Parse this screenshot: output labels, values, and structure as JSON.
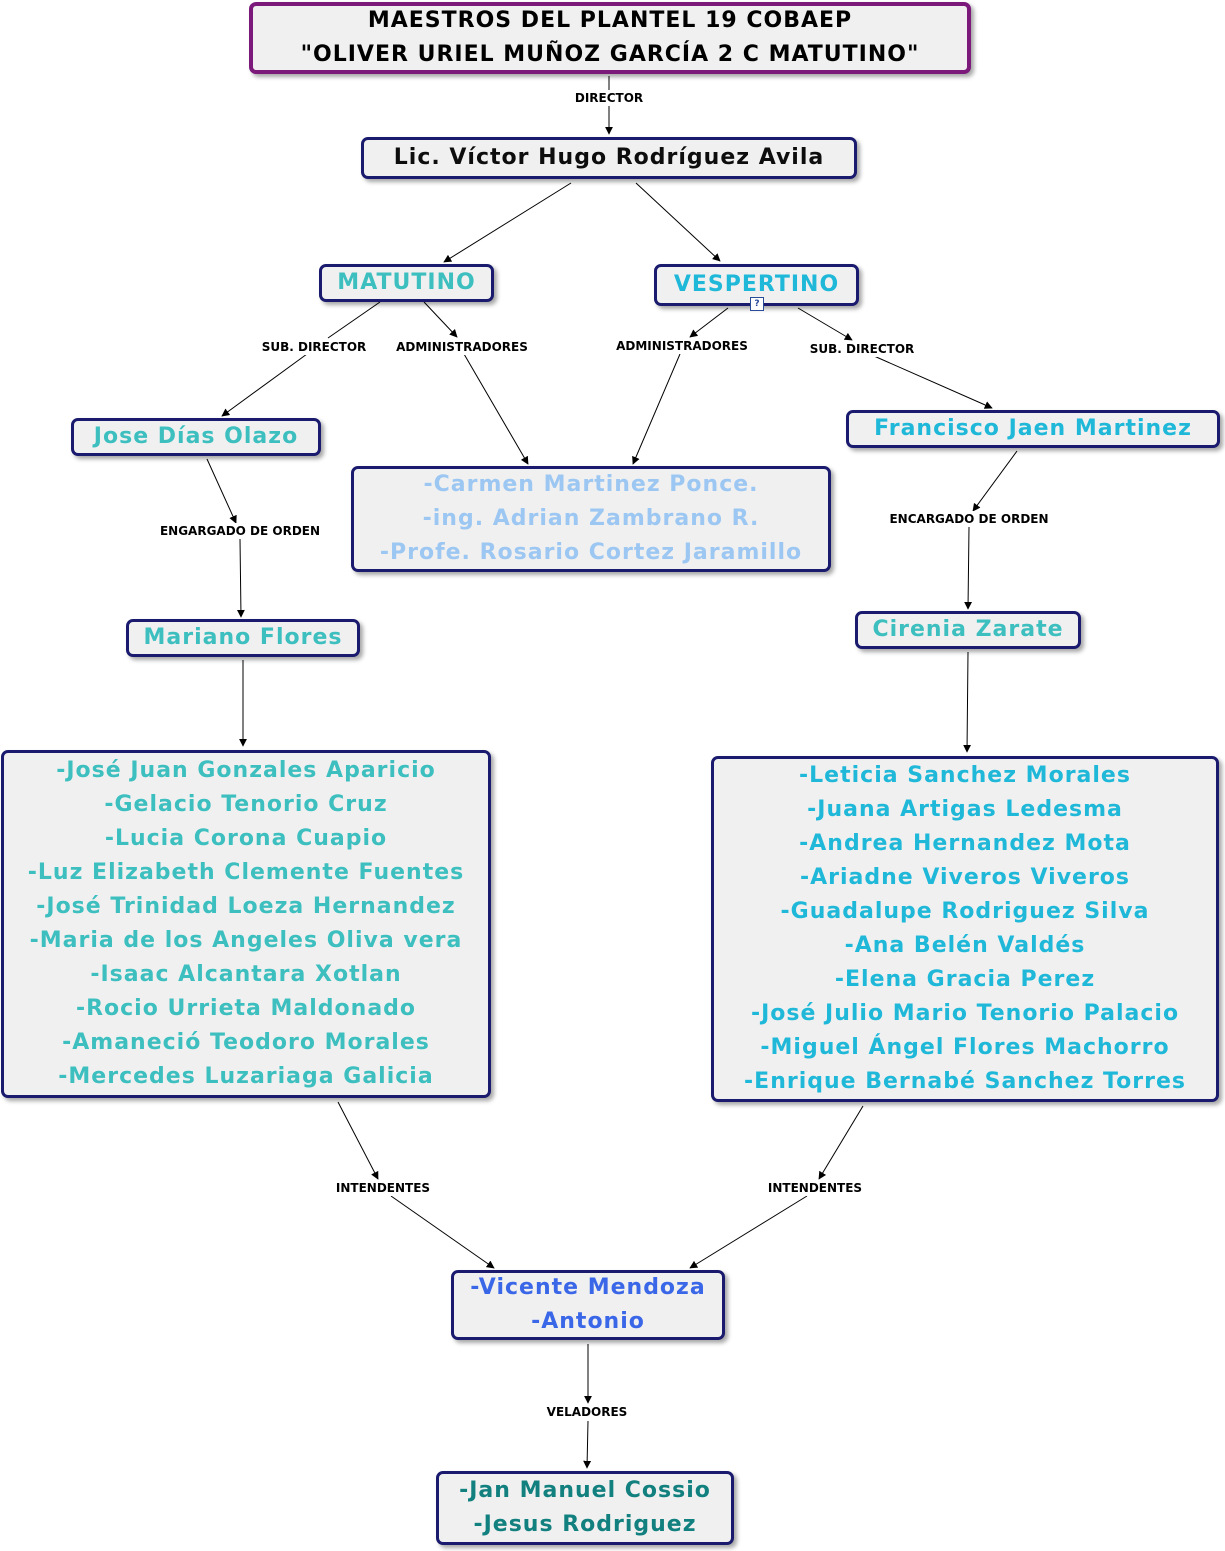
{
  "nodes": {
    "root": {
      "lines": [
        "MAESTROS DEL PLANTEL 19 COBAEP",
        "\"OLIVER URIEL MUÑOZ GARCÍA 2 C MATUTINO\""
      ]
    },
    "director": {
      "lines": [
        "Lic. Víctor Hugo Rodríguez Avila"
      ]
    },
    "matutino": {
      "lines": [
        "MATUTINO"
      ]
    },
    "vespertino": {
      "lines": [
        "VESPERTINO"
      ]
    },
    "jose_dias": {
      "lines": [
        "Jose Días Olazo"
      ]
    },
    "administradores": {
      "lines": [
        "-Carmen Martinez Ponce.",
        "-ing. Adrian Zambrano R.",
        "-Profe. Rosario Cortez Jaramillo"
      ]
    },
    "francisco": {
      "lines": [
        "Francisco Jaen Martinez"
      ]
    },
    "mariano": {
      "lines": [
        "Mariano Flores"
      ]
    },
    "cirenia": {
      "lines": [
        "Cirenia Zarate"
      ]
    },
    "maestros_matutino": {
      "lines": [
        "-José Juan Gonzales Aparicio",
        "-Gelacio Tenorio Cruz",
        "-Lucia Corona Cuapio",
        "-Luz Elizabeth Clemente Fuentes",
        "-José Trinidad Loeza Hernandez",
        "-Maria de los Angeles Oliva vera",
        "-Isaac Alcantara Xotlan",
        "-Rocio Urrieta Maldonado",
        "-Amaneció Teodoro Morales",
        "-Mercedes Luzariaga Galicia"
      ]
    },
    "maestros_vespertino": {
      "lines": [
        "-Leticia Sanchez Morales",
        "-Juana Artigas Ledesma",
        "-Andrea Hernandez Mota",
        "-Ariadne Viveros Viveros",
        "-Guadalupe Rodriguez Silva",
        "-Ana Belén Valdés",
        "-Elena Gracia Perez",
        "-José Julio Mario Tenorio Palacio",
        "-Miguel Ángel Flores Machorro",
        "-Enrique Bernabé Sanchez Torres"
      ]
    },
    "intendentes": {
      "lines": [
        "-Vicente Mendoza",
        "-Antonio"
      ]
    },
    "veladores": {
      "lines": [
        "-Jan Manuel Cossio",
        "-Jesus Rodriguez"
      ]
    }
  },
  "link_labels": {
    "director": "DIRECTOR",
    "sub_director_mat": "SUB. DIRECTOR",
    "admin_mat": "ADMINISTRADORES",
    "admin_ves": "ADMINISTRADORES",
    "sub_director_ves": "SUB. DIRECTOR",
    "engargado": "ENGARGADO DE ORDEN",
    "encargado": "ENCARGADO DE ORDEN",
    "intendentes_mat": "INTENDENTES",
    "intendentes_ves": "INTENDENTES",
    "veladores": "VELADORES"
  },
  "colors": {
    "node_border": "#1a1a6e",
    "root_border": "#7b1a7b",
    "node_fill": "#f0f0f0",
    "teal_text": "#3dbfbf",
    "cyan_text": "#1fb8d8",
    "light_blue_text": "#9cc7f2",
    "blue_text": "#3a66e8",
    "dark_teal_text": "#12807f"
  },
  "icons": {
    "vespertino_attachment": "linked-document-icon"
  }
}
